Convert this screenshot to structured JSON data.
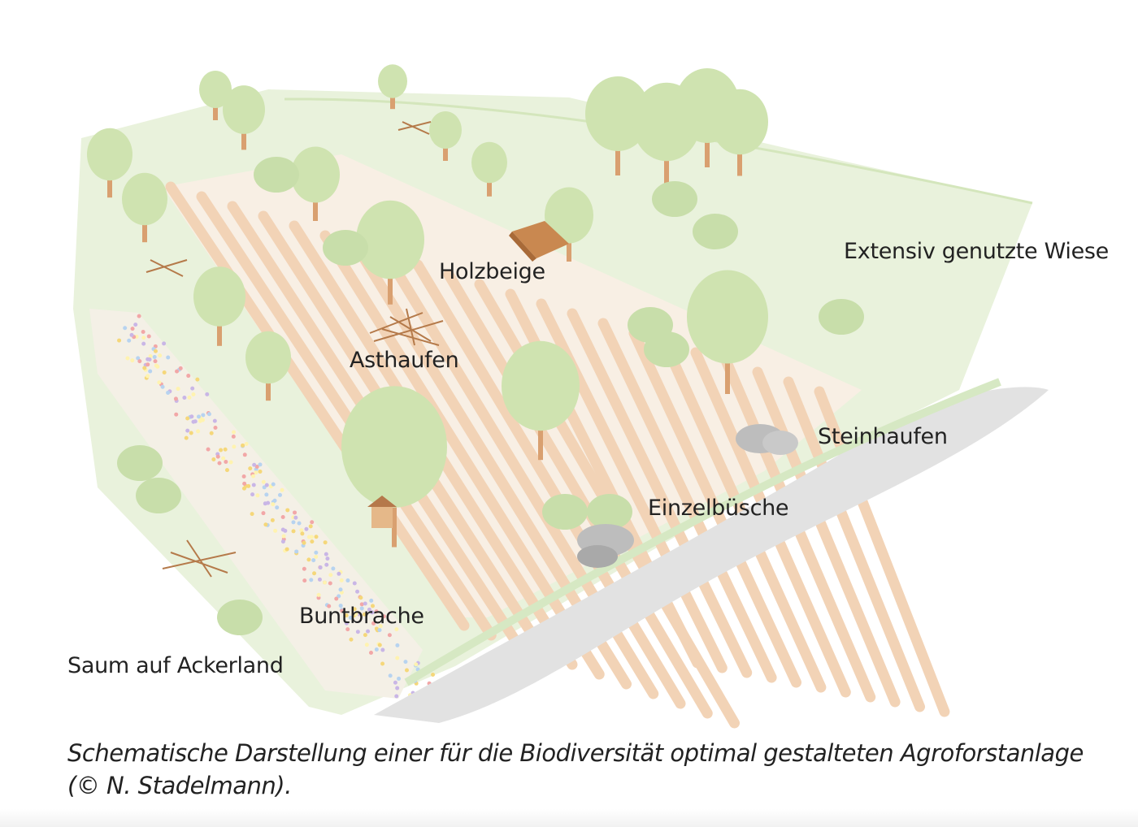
{
  "labels": {
    "meadow": "Extensiv genutzte Wiese",
    "woodpile": "Holzbeige",
    "branch_pile": "Asthaufen",
    "stone_pile": "Steinhaufen",
    "single_bushes": "Einzelbüsche",
    "flower_strip": "Buntbrache",
    "field_margin": "Saum auf Ackerland"
  },
  "caption": {
    "line1": "Schematische Darstellung einer für die Biodiversität optimal gestalteten Agroforstanlage",
    "line2": "(© N. Stadelmann)."
  },
  "colors": {
    "grass": "#e6f0d6",
    "tree": "#cfe3b0",
    "trunk": "#d9a070",
    "stripe": "#f2d3b6",
    "road": "#e4e4e4",
    "stone": "#b9b9b9"
  }
}
